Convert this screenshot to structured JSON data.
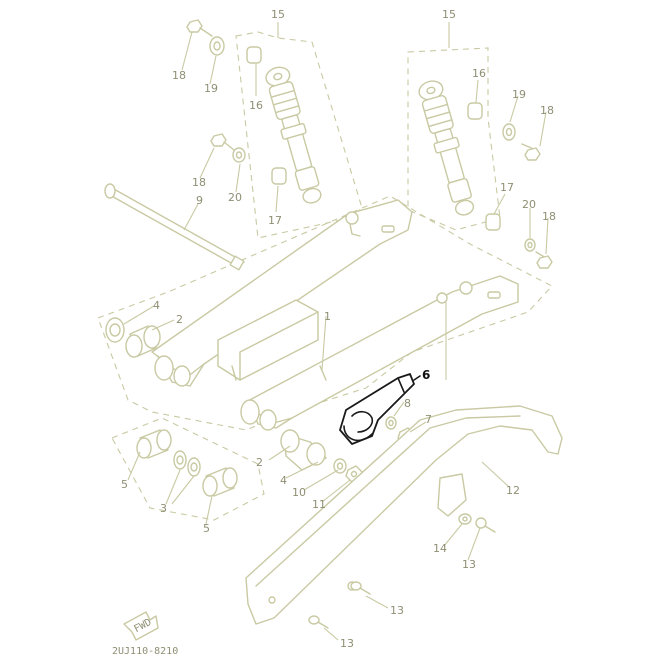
{
  "diagram": {
    "code": "2UJ110-8210",
    "fwd_label": "FWD",
    "callouts": [
      {
        "id": "c15a",
        "text": "15"
      },
      {
        "id": "c15b",
        "text": "15"
      },
      {
        "id": "c16a",
        "text": "16"
      },
      {
        "id": "c16b",
        "text": "16"
      },
      {
        "id": "c17a",
        "text": "17"
      },
      {
        "id": "c17b",
        "text": "17"
      },
      {
        "id": "c18a",
        "text": "18"
      },
      {
        "id": "c18b",
        "text": "18"
      },
      {
        "id": "c18c",
        "text": "18"
      },
      {
        "id": "c18d",
        "text": "18"
      },
      {
        "id": "c19a",
        "text": "19"
      },
      {
        "id": "c19b",
        "text": "19"
      },
      {
        "id": "c20a",
        "text": "20"
      },
      {
        "id": "c20b",
        "text": "20"
      },
      {
        "id": "c9",
        "text": "9"
      },
      {
        "id": "c1",
        "text": "1"
      },
      {
        "id": "c2a",
        "text": "2"
      },
      {
        "id": "c2b",
        "text": "2"
      },
      {
        "id": "c3",
        "text": "3"
      },
      {
        "id": "c4a",
        "text": "4"
      },
      {
        "id": "c4b",
        "text": "4"
      },
      {
        "id": "c5a",
        "text": "5"
      },
      {
        "id": "c5b",
        "text": "5"
      },
      {
        "id": "c6",
        "text": "6"
      },
      {
        "id": "c7",
        "text": "7"
      },
      {
        "id": "c8",
        "text": "8"
      },
      {
        "id": "c10",
        "text": "10"
      },
      {
        "id": "c11",
        "text": "11"
      },
      {
        "id": "c12",
        "text": "12"
      },
      {
        "id": "c13a",
        "text": "13"
      },
      {
        "id": "c13b",
        "text": "13"
      },
      {
        "id": "c13c",
        "text": "13"
      },
      {
        "id": "c14",
        "text": "14"
      }
    ]
  }
}
